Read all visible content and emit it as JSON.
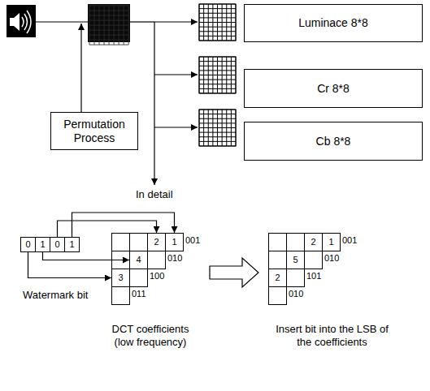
{
  "diagram": {
    "nodes": [
      {
        "text": [
          "Luminace 8*8"
        ]
      },
      {
        "text": [
          "Cr 8*8"
        ]
      },
      {
        "text": [
          "Cb 8*8"
        ]
      },
      {
        "text": [
          "Permutation Process"
        ]
      },
      {
        "text": [
          "0"
        ]
      },
      {
        "text": [
          "1"
        ]
      },
      {
        "text": [
          "0"
        ]
      },
      {
        "text": [
          "1"
        ]
      },
      {
        "text": [
          "2"
        ]
      },
      {
        "text": [
          "1"
        ]
      },
      {
        "text": [
          "4"
        ]
      },
      {
        "text": [
          "3"
        ]
      },
      {
        "text": [
          "2"
        ]
      },
      {
        "text": [
          "1"
        ]
      },
      {
        "text": [
          "5"
        ]
      },
      {
        "text": [
          "2"
        ]
      }
    ],
    "edges": [
      {
        "from": 4,
        "to": 11,
        "arrow": "to"
      },
      {
        "from": 5,
        "to": 10,
        "arrow": "to"
      },
      {
        "from": 6,
        "to": 8,
        "arrow": "to"
      },
      {
        "from": 7,
        "to": 9,
        "arrow": "to"
      }
    ],
    "labels": [
      "In detail",
      "Watermark bit",
      "DCT coefficients (low frequency)",
      "Insert bit into the LSB of the coefficients",
      "001",
      "010",
      "100",
      "011",
      "001",
      "010",
      "101",
      "010"
    ]
  }
}
